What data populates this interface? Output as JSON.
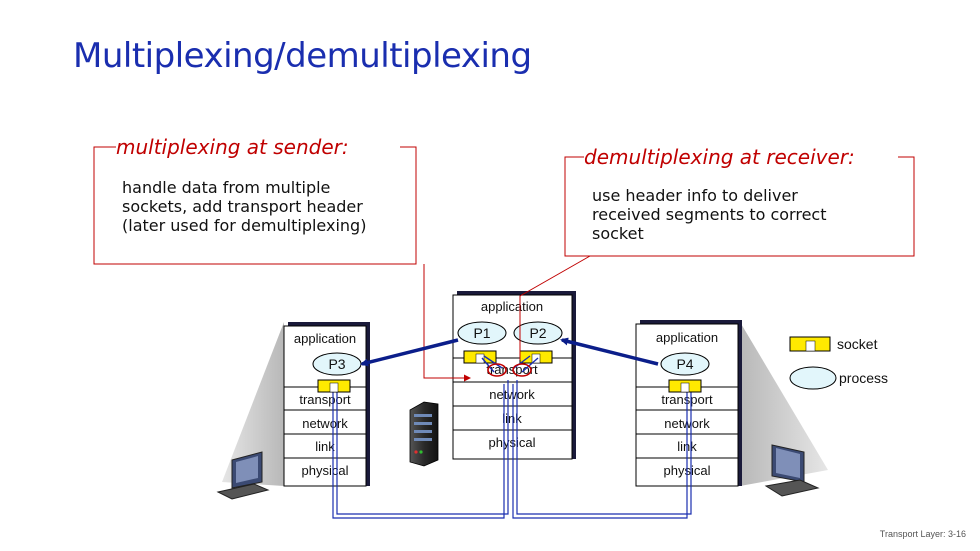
{
  "title": "Multiplexing/demultiplexing",
  "callouts": {
    "sender": {
      "heading": "multiplexing at sender:",
      "lines": [
        "handle data from multiple",
        "sockets, add transport header",
        "(later used for demultiplexing)"
      ]
    },
    "receiver": {
      "heading": "demultiplexing at receiver:",
      "lines": [
        "use header info to deliver",
        "received segments to correct",
        "socket"
      ]
    }
  },
  "hosts": {
    "left": {
      "layers": [
        "application",
        "transport",
        "network",
        "link",
        "physical"
      ],
      "processes": [
        "P3"
      ]
    },
    "center": {
      "layers": [
        "application",
        "transport",
        "network",
        "link",
        "physical"
      ],
      "processes": [
        "P1",
        "P2"
      ]
    },
    "right": {
      "layers": [
        "application",
        "transport",
        "network",
        "link",
        "physical"
      ],
      "processes": [
        "P4"
      ]
    }
  },
  "legend": {
    "socket": "socket",
    "process": "process"
  },
  "footer": "Transport Layer: 3-16",
  "colors": {
    "title": "#1a2eaf",
    "callout": "#c00000",
    "arrow": "#0b1e8a",
    "link_line": "#1a2eaf",
    "socket": "#ffea00",
    "process": "#e2f6fb"
  }
}
